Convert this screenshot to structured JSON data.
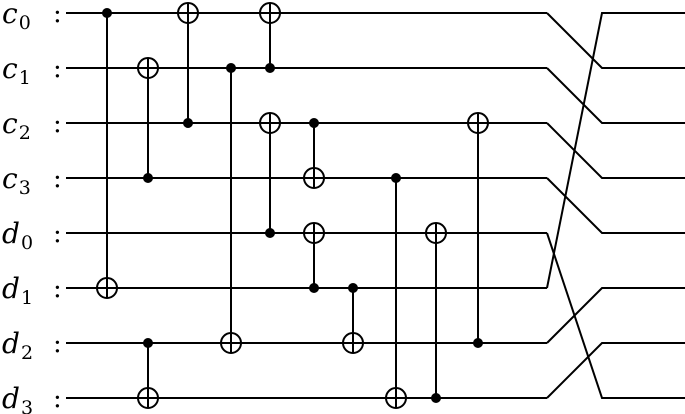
{
  "diagram": {
    "type": "quantum-circuit",
    "qubits": [
      {
        "base": "c",
        "index": "0"
      },
      {
        "base": "c",
        "index": "1"
      },
      {
        "base": "c",
        "index": "2"
      },
      {
        "base": "c",
        "index": "3"
      },
      {
        "base": "d",
        "index": "0"
      },
      {
        "base": "d",
        "index": "1"
      },
      {
        "base": "d",
        "index": "2"
      },
      {
        "base": "d",
        "index": "3"
      }
    ],
    "separator": ":",
    "gates": [
      {
        "control": 0,
        "target": 5
      },
      {
        "control": 3,
        "target": 1
      },
      {
        "control": 2,
        "target": 0
      },
      {
        "control": 6,
        "target": 7
      },
      {
        "control": 1,
        "target": 6
      },
      {
        "control": 1,
        "target": 0
      },
      {
        "control": 4,
        "target": 2
      },
      {
        "control": 2,
        "target": 3
      },
      {
        "control": 5,
        "target": 4
      },
      {
        "control": 5,
        "target": 6
      },
      {
        "control": 3,
        "target": 7
      },
      {
        "control": 7,
        "target": 4
      },
      {
        "control": 6,
        "target": 2
      }
    ],
    "output_permutation": [
      1,
      2,
      3,
      4,
      7,
      0,
      5,
      6
    ]
  }
}
